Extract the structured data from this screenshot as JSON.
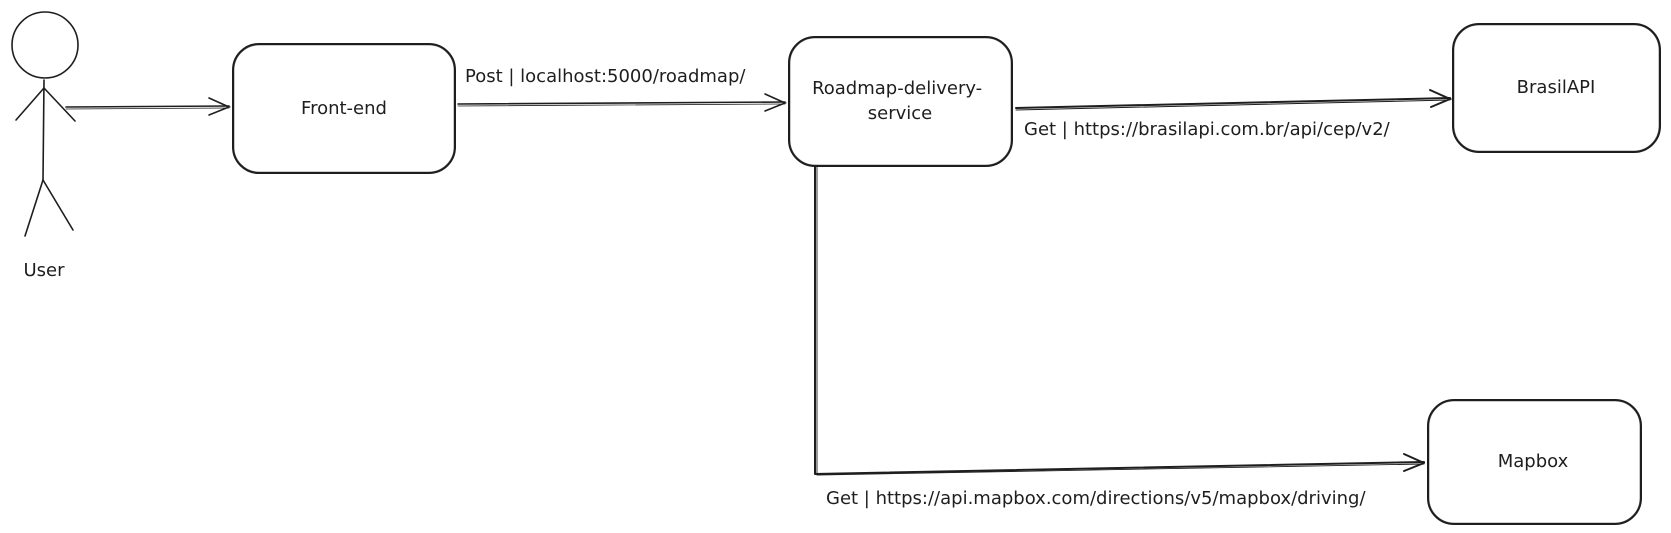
{
  "diagram": {
    "actor": {
      "label": "User"
    },
    "nodes": {
      "frontend": "Front-end",
      "service_line1": "Roadmap-delivery-",
      "service_line2": "service",
      "brasilapi": "BrasilAPI",
      "mapbox": "Mapbox"
    },
    "edges": {
      "user_to_frontend": "",
      "frontend_to_service": "Post | localhost:5000/roadmap/",
      "service_to_brasilapi": "Get | https://brasilapi.com.br/api/cep/v2/",
      "service_to_mapbox": "Get | https://api.mapbox.com/directions/v5/mapbox/driving/"
    }
  },
  "colors": {
    "stroke": "#1e1e1e",
    "background": "#ffffff"
  }
}
